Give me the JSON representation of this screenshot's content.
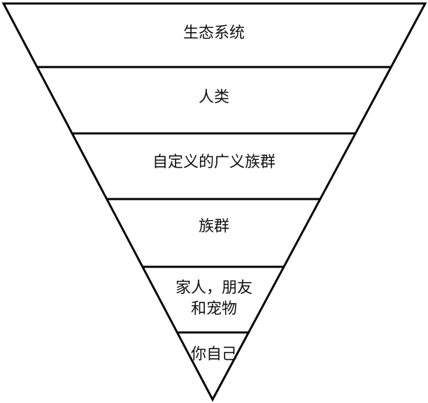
{
  "diagram": {
    "levels": [
      {
        "label": "生态系统"
      },
      {
        "label": "人类"
      },
      {
        "label": "自定义的广义族群"
      },
      {
        "label": "族群"
      },
      {
        "label_line1": "家人，朋友",
        "label_line2": "和宠物"
      },
      {
        "label": "你自己"
      }
    ],
    "colors": {
      "stroke": "#000000",
      "fill": "#ffffff",
      "text": "#111111"
    }
  }
}
